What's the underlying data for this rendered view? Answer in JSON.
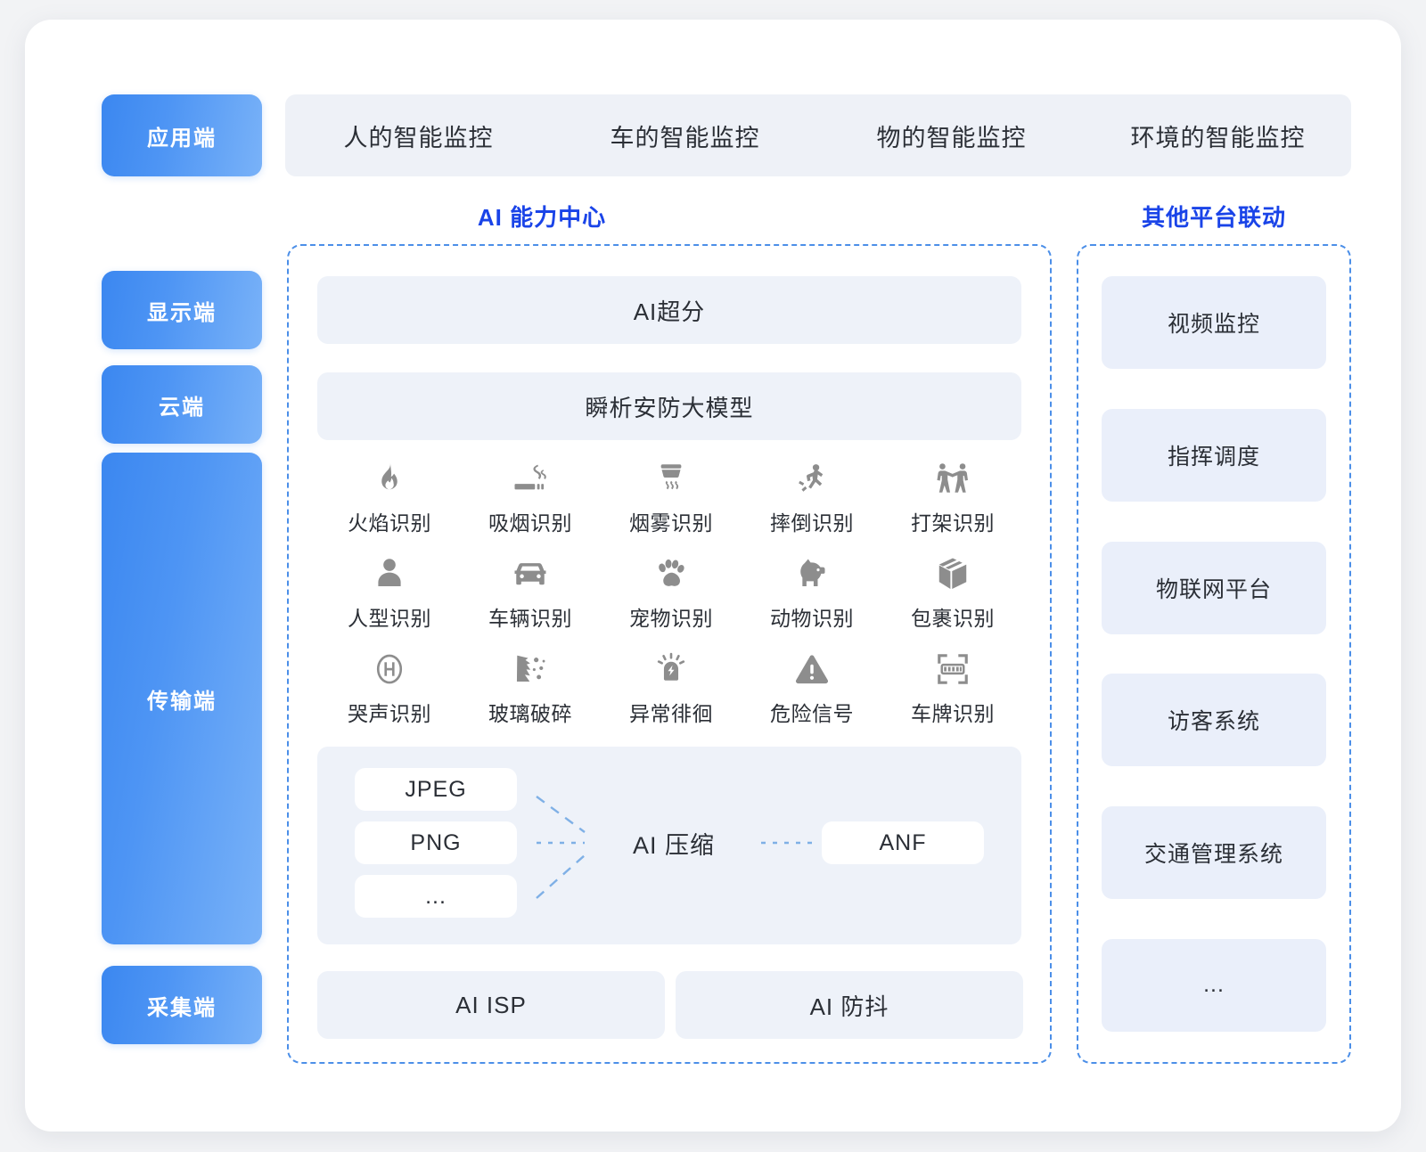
{
  "theme": {
    "page_bg": "#f2f3f5",
    "card_bg": "#ffffff",
    "rail_gradient_from": "#3b87f0",
    "rail_gradient_to": "#79b2f8",
    "accent_blue": "#1a44e8",
    "dashed_border": "#4c8fe8",
    "soft_panel": "#eef2f9",
    "strip_panel": "#eef1f7",
    "icon_gray": "#8d8d8d",
    "text_dark": "#2b2f36"
  },
  "tiers": [
    {
      "id": "application",
      "label": "应用端"
    },
    {
      "id": "display",
      "label": "显示端"
    },
    {
      "id": "cloud",
      "label": "云端"
    },
    {
      "id": "transmission",
      "label": "传输端"
    },
    {
      "id": "capture",
      "label": "采集端"
    }
  ],
  "application_strip": {
    "items": [
      {
        "label": "人的智能监控"
      },
      {
        "label": "车的智能监控"
      },
      {
        "label": "物的智能监控"
      },
      {
        "label": "环境的智能监控"
      }
    ]
  },
  "sections": {
    "ai_center_title": "AI 能力中心",
    "other_platform_title": "其他平台联动"
  },
  "ai_center": {
    "super_resolution": "AI超分",
    "large_model": "瞬析安防大模型",
    "capabilities": [
      {
        "icon": "flame-icon",
        "label": "火焰识别"
      },
      {
        "icon": "cigarette-icon",
        "label": "吸烟识别"
      },
      {
        "icon": "smoke-detector-icon",
        "label": "烟雾识别"
      },
      {
        "icon": "fall-person-icon",
        "label": "摔倒识别"
      },
      {
        "icon": "fight-people-icon",
        "label": "打架识别"
      },
      {
        "icon": "person-icon",
        "label": "人型识别"
      },
      {
        "icon": "car-icon",
        "label": "车辆识别"
      },
      {
        "icon": "paw-icon",
        "label": "宠物识别"
      },
      {
        "icon": "dog-icon",
        "label": "动物识别"
      },
      {
        "icon": "parcel-box-icon",
        "label": "包裹识别"
      },
      {
        "icon": "cry-sound-icon",
        "label": "哭声识别"
      },
      {
        "icon": "glass-break-icon",
        "label": "玻璃破碎"
      },
      {
        "icon": "alarm-light-icon",
        "label": "异常徘徊"
      },
      {
        "icon": "warning-triangle-icon",
        "label": "危险信号"
      },
      {
        "icon": "license-plate-icon",
        "label": "车牌识别"
      }
    ],
    "compression": {
      "center_label": "AI 压缩",
      "inputs": [
        {
          "label": "JPEG"
        },
        {
          "label": "PNG"
        },
        {
          "label": "..."
        }
      ],
      "output": {
        "label": "ANF"
      }
    },
    "bottom_bars": [
      {
        "label": "AI ISP"
      },
      {
        "label": "AI 防抖"
      }
    ]
  },
  "other_platforms": {
    "items": [
      {
        "label": "视频监控"
      },
      {
        "label": "指挥调度"
      },
      {
        "label": "物联网平台"
      },
      {
        "label": "访客系统"
      },
      {
        "label": "交通管理系统"
      },
      {
        "label": "..."
      }
    ]
  }
}
